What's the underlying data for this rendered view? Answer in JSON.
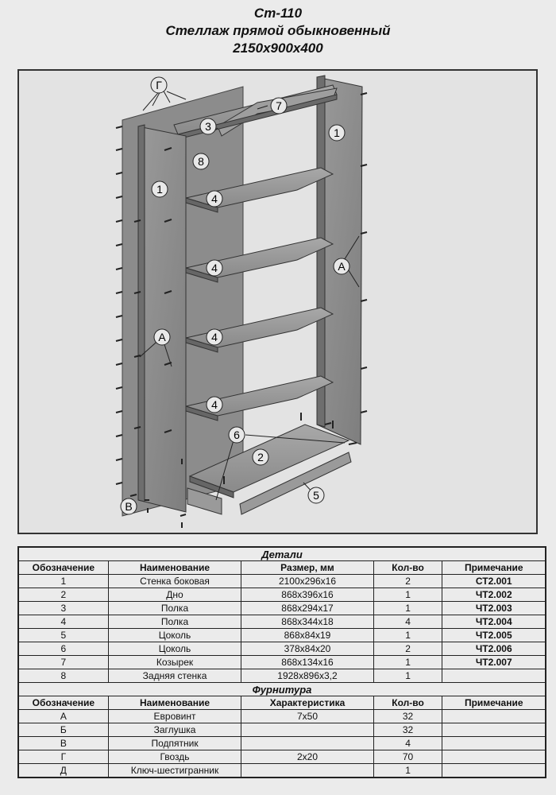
{
  "header": {
    "line1": "Ст-110",
    "line2": "Стеллаж прямой обыкновенный",
    "line3": "2150х900х400"
  },
  "drawing": {
    "callouts": {
      "c1a": "1",
      "c1b": "1",
      "c2": "2",
      "c3": "3",
      "c4a": "4",
      "c4b": "4",
      "c4c": "4",
      "c4d": "4",
      "c5": "5",
      "c6": "6",
      "c7": "7",
      "c8": "8",
      "ca1": "А",
      "ca2": "А",
      "cb": "В",
      "cg": "Г"
    }
  },
  "details": {
    "section_title": "Детали",
    "headers": [
      "Обозначение",
      "Наименование",
      "Размер, мм",
      "Кол-во",
      "Примечание"
    ],
    "rows": [
      [
        "1",
        "Стенка боковая",
        "2100х296х16",
        "2",
        "СТ2.001"
      ],
      [
        "2",
        "Дно",
        "868х396х16",
        "1",
        "ЧТ2.002"
      ],
      [
        "3",
        "Полка",
        "868х294х17",
        "1",
        "ЧТ2.003"
      ],
      [
        "4",
        "Полка",
        "868х344х18",
        "4",
        "ЧТ2.004"
      ],
      [
        "5",
        "Цоколь",
        "868х84х19",
        "1",
        "ЧТ2.005"
      ],
      [
        "6",
        "Цоколь",
        "378х84х20",
        "2",
        "ЧТ2.006"
      ],
      [
        "7",
        "Козырек",
        "868х134х16",
        "1",
        "ЧТ2.007"
      ],
      [
        "8",
        "Задняя стенка",
        "1928х896х3,2",
        "1",
        ""
      ]
    ]
  },
  "hardware": {
    "section_title": "Фурнитура",
    "headers": [
      "Обозначение",
      "Наименование",
      "Характеристика",
      "Кол-во",
      "Примечание"
    ],
    "rows": [
      [
        "А",
        "Евровинт",
        "7х50",
        "32",
        ""
      ],
      [
        "Б",
        "Заглушка",
        "",
        "32",
        ""
      ],
      [
        "В",
        "Подпятник",
        "",
        "4",
        ""
      ],
      [
        "Г",
        "Гвоздь",
        "2х20",
        "70",
        ""
      ],
      [
        "Д",
        "Ключ-шестигранник",
        "",
        "1",
        ""
      ]
    ]
  }
}
